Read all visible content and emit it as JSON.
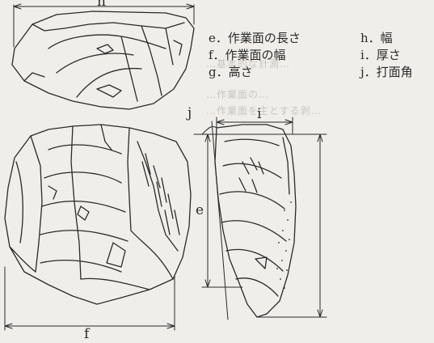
{
  "legend": [
    {
      "key": "e",
      "text": "e．作業面の長さ"
    },
    {
      "key": "f",
      "text": "f．作業面の幅"
    },
    {
      "key": "g",
      "text": "g．高さ"
    },
    {
      "key": "h",
      "text": "h．幅"
    },
    {
      "key": "i",
      "text": "i．厚さ"
    },
    {
      "key": "j",
      "text": "j．打面角"
    }
  ],
  "labels": {
    "h": "h",
    "i": "i",
    "j": "j",
    "e": "e",
    "f": "f"
  },
  "bleed_through": [
    "…基本的な計測…",
    "…作業面の…",
    "…作業面を主とする剥…"
  ],
  "colors": {
    "paper": "#efeeea",
    "ink": "#2a2a2a"
  }
}
